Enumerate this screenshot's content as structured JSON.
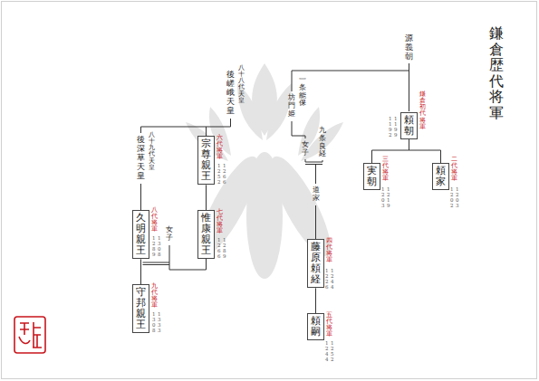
{
  "diagram": {
    "title": "鎌倉歴代将軍",
    "nodes": [
      {
        "text": [
          "鎌倉初代将軍",
          "頼朝"
        ]
      },
      {
        "text": [
          "二代将軍",
          "頼家"
        ]
      },
      {
        "text": [
          "三代将軍",
          "実朝"
        ]
      },
      {
        "text": [
          "四代将軍",
          "藤原頼経"
        ]
      },
      {
        "text": [
          "五代将軍",
          "頼嗣"
        ]
      },
      {
        "text": [
          "六代将軍",
          "宗尊親王"
        ]
      },
      {
        "text": [
          "七代将軍",
          "惟康親王"
        ]
      },
      {
        "text": [
          "八代将軍",
          "久明親王"
        ]
      },
      {
        "text": [
          "九代将軍",
          "守邦親王"
        ]
      }
    ],
    "edges": [
      {
        "from": 0,
        "to": 1,
        "arrow": "none"
      },
      {
        "from": 0,
        "to": 2,
        "arrow": "none"
      },
      {
        "from": 3,
        "to": 4,
        "arrow": "none"
      },
      {
        "from": 5,
        "to": 6,
        "arrow": "none"
      },
      {
        "from": 7,
        "to": 8,
        "arrow": "none"
      }
    ],
    "labels": [
      "源義朝",
      "一条能保",
      "坊門姫",
      "女子",
      "九条良経",
      "道家",
      "八十八代天皇",
      "後嵯峨天皇",
      "八十九代天皇",
      "後深草天皇",
      "女子",
      "1192",
      "1199",
      "1202",
      "1203",
      "1203",
      "1219",
      "1226",
      "1244",
      "1244",
      "1252",
      "1252",
      "1266",
      "1266",
      "1289",
      "1289",
      "1308",
      "1308",
      "1333"
    ]
  }
}
